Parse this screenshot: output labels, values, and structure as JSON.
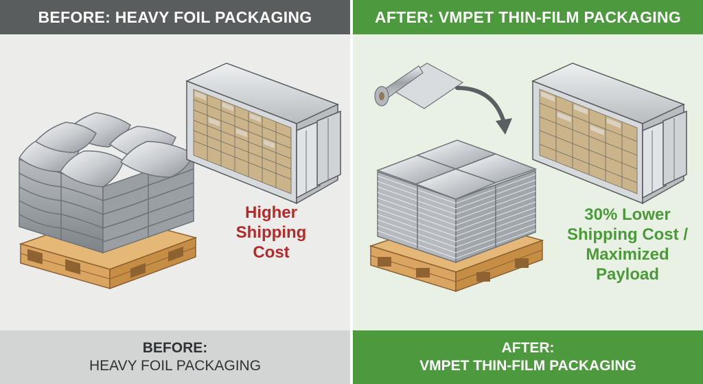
{
  "before": {
    "header": "BEFORE: HEAVY FOIL PACKAGING",
    "callout_lines": [
      "Higher",
      "Shipping",
      "Cost"
    ],
    "footer_line1": "BEFORE:",
    "footer_line2": "HEAVY FOIL PACKAGING"
  },
  "after": {
    "header": "AFTER: VMPET THIN-FILM PACKAGING",
    "callout_lines": [
      "30% Lower",
      "Shipping Cost /",
      "Maximized",
      "Payload"
    ],
    "footer_line1": "AFTER:",
    "footer_line2": "VMPET THIN-FILM PACKAGING"
  },
  "colors": {
    "before_header": "#5a5d5e",
    "after_accent": "#4d9a3e",
    "callout_red": "#b42a2a",
    "callout_green": "#4a9a3a",
    "pallet_wood": "#d9a560"
  },
  "icons": [
    "pallet-icon",
    "foil-bag-stack-icon",
    "shipping-container-icon",
    "film-roll-icon",
    "curved-arrow-icon",
    "flat-film-stack-icon"
  ]
}
